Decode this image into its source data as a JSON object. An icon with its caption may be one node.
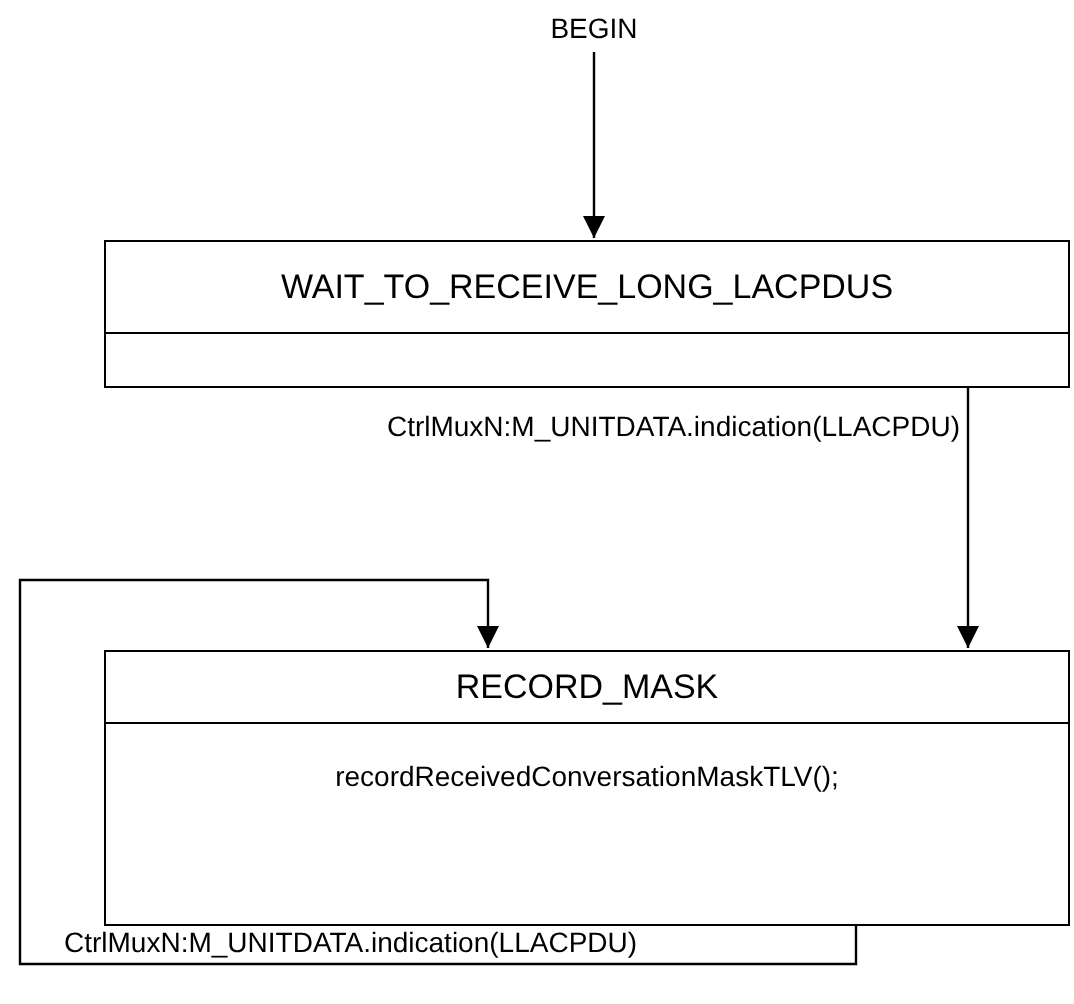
{
  "diagram": {
    "nodes": [
      {
        "text": [
          "BEGIN"
        ]
      },
      {
        "text": [
          "WAIT_TO_RECEIVE_LONG_LACPDUS"
        ]
      },
      {
        "text": [
          "RECORD_MASK",
          "recordReceivedConversationMaskTLV();"
        ]
      }
    ],
    "edges": [
      {
        "from": 0,
        "to": 1,
        "arrow": "to"
      },
      {
        "from": 1,
        "to": 2,
        "arrow": "to",
        "label": "CtrlMuxN:M_UNITDATA.indication(LLACPDU)"
      },
      {
        "from": 2,
        "to": 2,
        "arrow": "to",
        "label": "CtrlMuxN:M_UNITDATA.indication(LLACPDU)"
      }
    ]
  }
}
